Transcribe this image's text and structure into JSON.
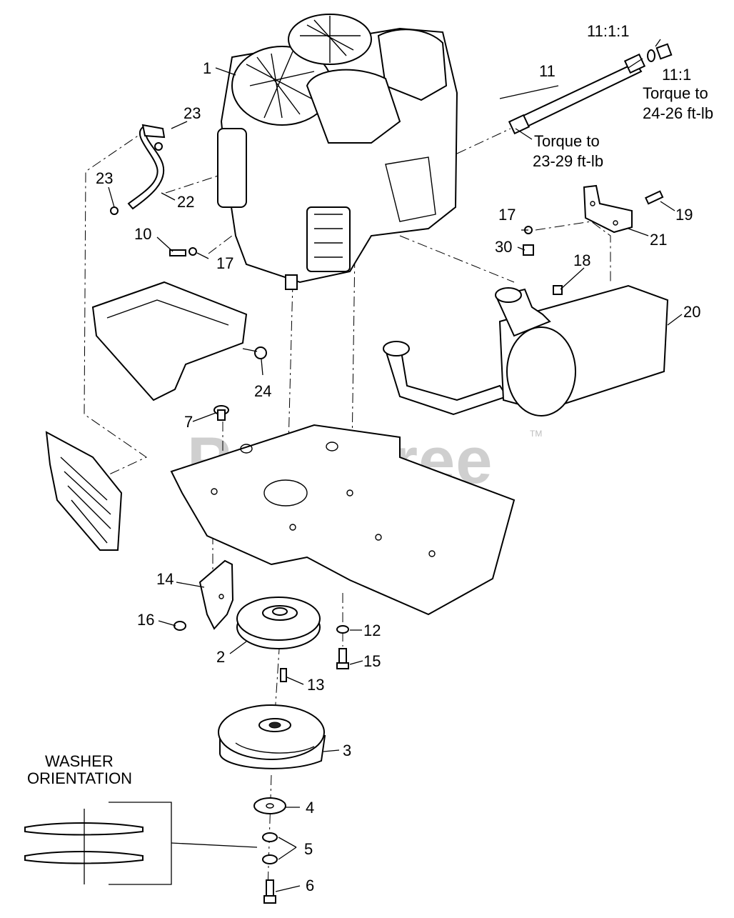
{
  "watermark": {
    "text": "PartsTree",
    "trademark": "TM"
  },
  "callouts": {
    "c1": "1",
    "c2": "2",
    "c3": "3",
    "c4": "4",
    "c5": "5",
    "c6": "6",
    "c7": "7",
    "c10": "10",
    "c11": "11",
    "c11_1": "11:1",
    "c11_1_1": "11:1:1",
    "c12": "12",
    "c13": "13",
    "c14": "14",
    "c15": "15",
    "c16": "16",
    "c17a": "17",
    "c17b": "17",
    "c18": "18",
    "c19": "19",
    "c20": "20",
    "c21": "21",
    "c22": "22",
    "c23a": "23",
    "c23b": "23",
    "c24": "24",
    "c30": "30"
  },
  "notes": {
    "torque_11_1_line1": "Torque to",
    "torque_11_1_line2": "24-26 ft-lb",
    "torque_11_line1": "Torque to",
    "torque_11_line2": "23-29 ft-lb",
    "washer_line1": "WASHER",
    "washer_line2": "ORIENTATION"
  }
}
